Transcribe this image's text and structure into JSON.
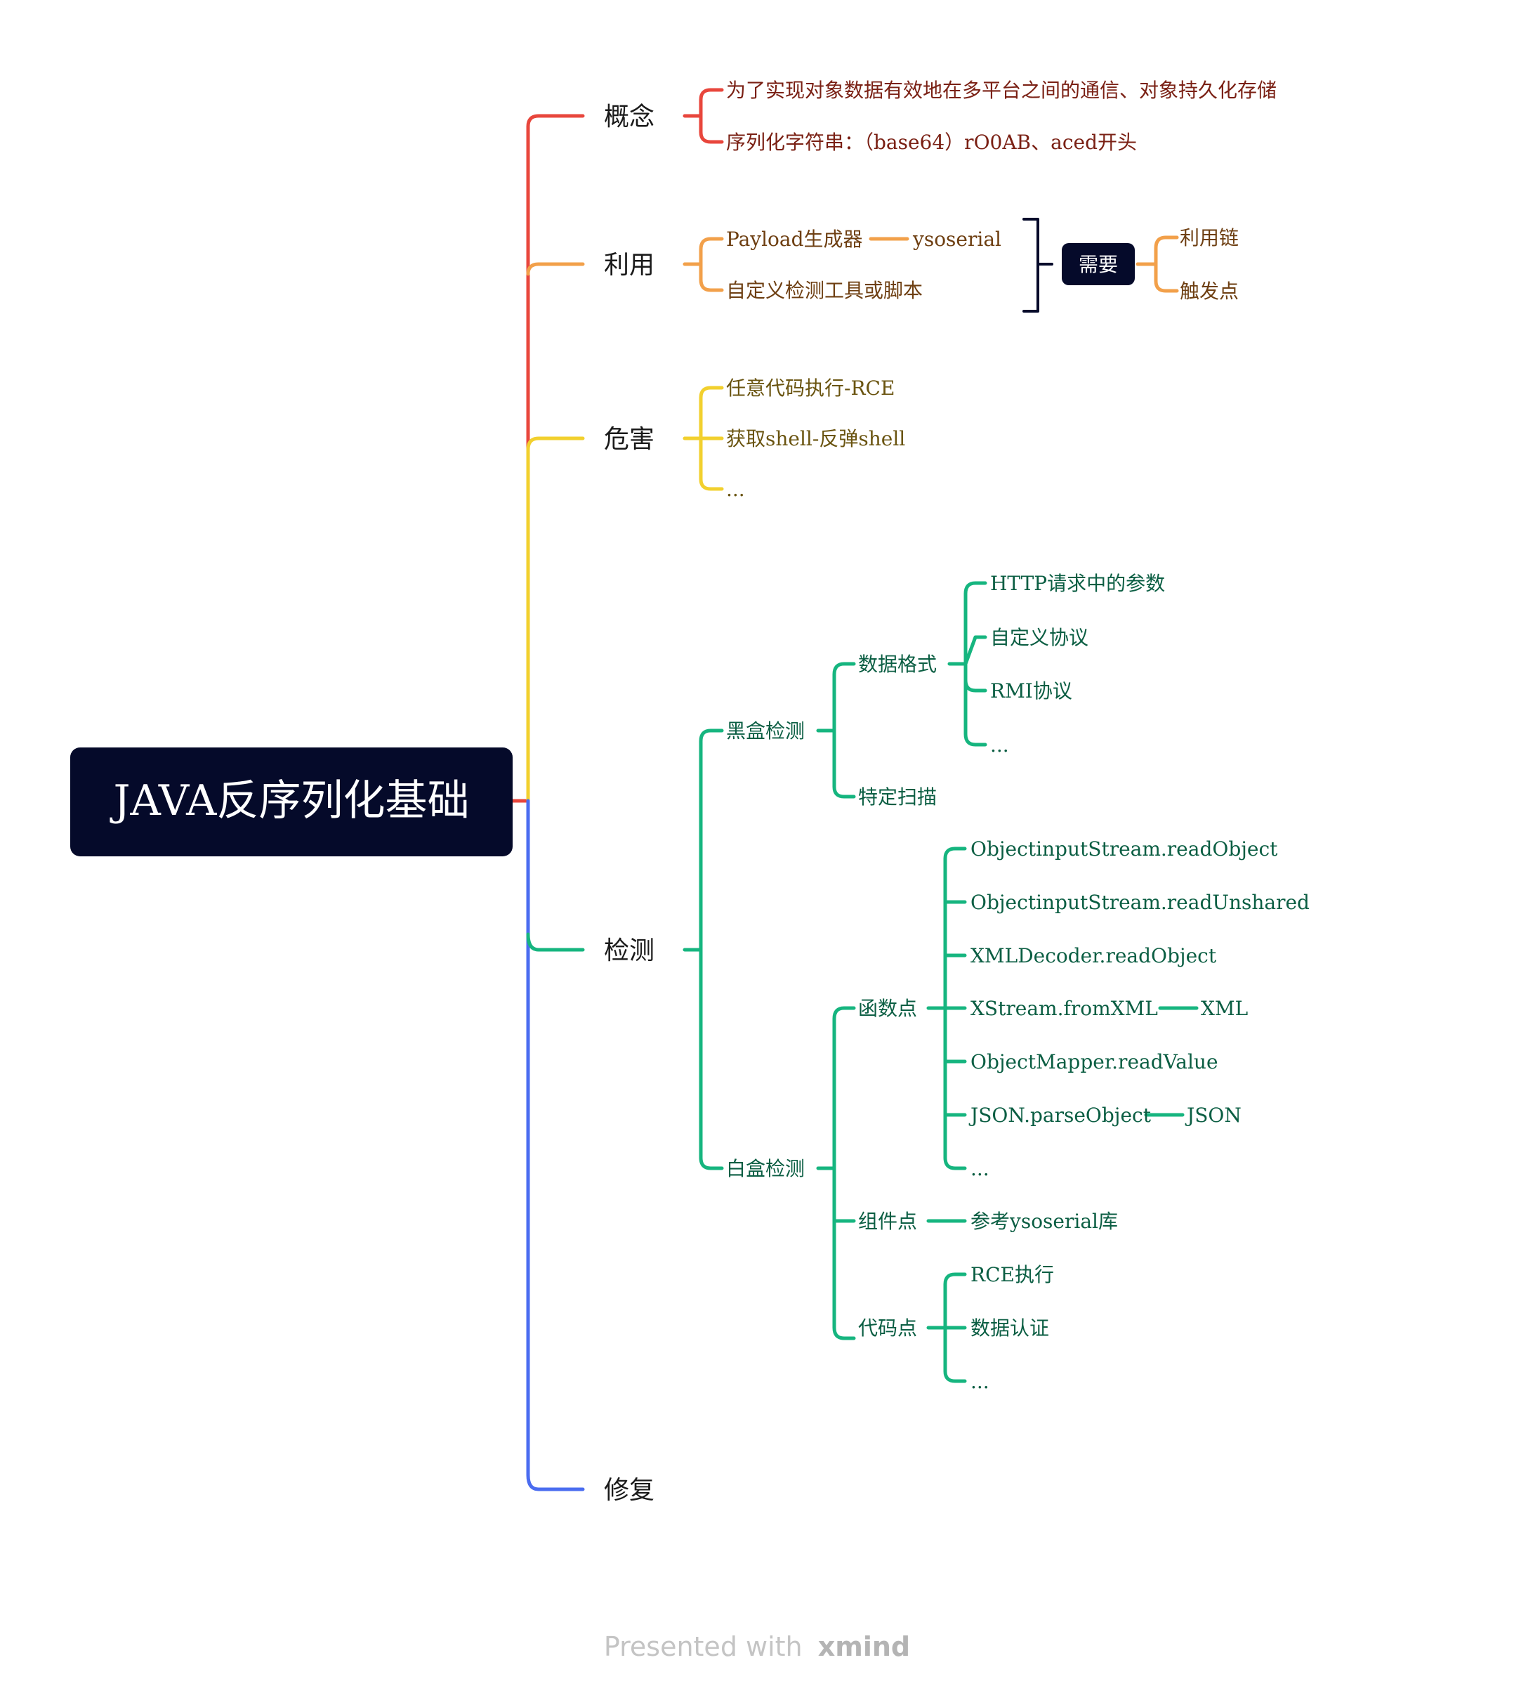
{
  "root": "JAVA反序列化基础",
  "colors": {
    "concept": "#e8463c",
    "concept_text": "#7a2014",
    "use": "#f2a04a",
    "use_text": "#6e3f12",
    "harm": "#f2d02e",
    "harm_text": "#6a5410",
    "detect": "#16b57f",
    "detect_text": "#0b5e43",
    "fix": "#4a6cf0",
    "dark": "#050a2a"
  },
  "branches": {
    "concept": {
      "label": "概念",
      "items": [
        "为了实现对象数据有效地在多平台之间的通信、对象持久化存储",
        "序列化字符串：（base64）rO0AB、aced开头"
      ]
    },
    "use": {
      "label": "利用",
      "items": [
        "Payload生成器",
        "自定义检测工具或脚本"
      ],
      "payload_tool": "ysoserial",
      "summary": "需要",
      "needs": [
        "利用链",
        "触发点"
      ]
    },
    "harm": {
      "label": "危害",
      "items": [
        "任意代码执行-RCE",
        "获取shell-反弹shell",
        "..."
      ]
    },
    "detect": {
      "label": "检测",
      "blackbox": {
        "label": "黑盒检测",
        "format": {
          "label": "数据格式",
          "items": [
            "HTTP请求中的参数",
            "自定义协议",
            "RMI协议",
            "..."
          ]
        },
        "scan": "特定扫描"
      },
      "whitebox": {
        "label": "白盒检测",
        "func": {
          "label": "函数点",
          "items": [
            "ObjectinputStream.readObject",
            "ObjectinputStream.readUnshared",
            "XMLDecoder.readObject",
            "XStream.fromXML",
            "ObjectMapper.readValue",
            "JSON.parseObject",
            "..."
          ],
          "xml": "XML",
          "json": "JSON"
        },
        "comp": {
          "label": "组件点",
          "value": "参考ysoserial库"
        },
        "code": {
          "label": "代码点",
          "items": [
            "RCE执行",
            "数据认证",
            "..."
          ]
        }
      }
    },
    "fix": {
      "label": "修复"
    }
  },
  "footer": {
    "prefix": "Presented with",
    "brand": "xmind"
  }
}
